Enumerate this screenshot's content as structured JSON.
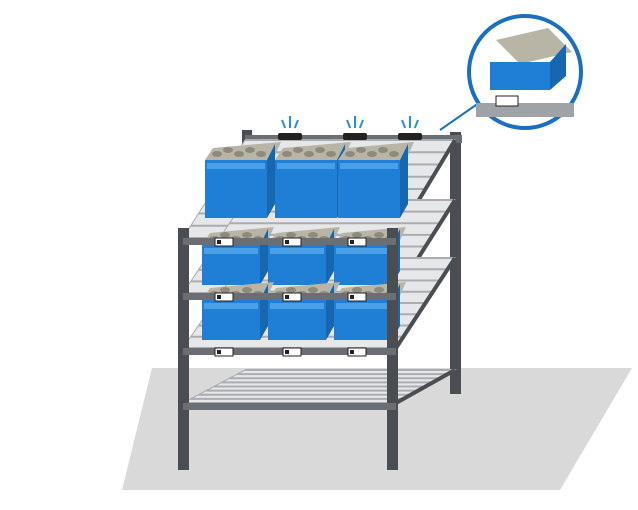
{
  "colors": {
    "background": "#ffffff",
    "floor": "#d9d9d9",
    "frame": "#4a4d52",
    "frame_light": "#6b6e73",
    "roller": "#a9acb0",
    "bin": "#1f7fd6",
    "bin_dark": "#1766b0",
    "bin_light": "#4aa0e8",
    "parts": "#b8b4a6",
    "callout": "#1a6fbf",
    "light_signal": "#2a8be0"
  },
  "rack": {
    "shelf_levels": 4,
    "bins_per_row": [
      3,
      3,
      3
    ],
    "pick_to_light_indicators": 3
  },
  "callout": {
    "shows": "bin-with-label-detail"
  }
}
